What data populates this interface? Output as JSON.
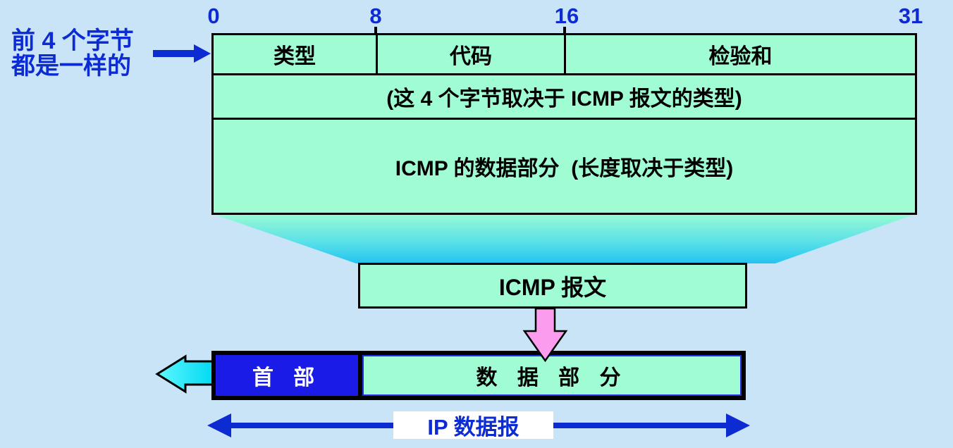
{
  "diagram_title_implicit": "ICMP message format",
  "colors": {
    "background": "#C9E3F7",
    "box_fill": "#A0FCD2",
    "deep_blue": "#0D2BD2",
    "ip_header_fill": "#1B1BE8",
    "funnel_top": "#9AFBD3",
    "funnel_bottom": "#24C3F1",
    "pink_arrow": "#FC9CEF",
    "cyan_arrow": "#00E8FA",
    "border": "#000000"
  },
  "bit_labels": [
    "0",
    "8",
    "16",
    "31"
  ],
  "annotation": {
    "line1": "前 4 个字节",
    "line2": "都是一样的"
  },
  "icmp_header_table": {
    "row1_cells": [
      "类型",
      "代码",
      "检验和"
    ],
    "row2_text": "(这 4 个字节取决于 ICMP 报文的类型)",
    "row3_text": "ICMP 的数据部分  (长度取决于类型)"
  },
  "icmp_message_box": {
    "label": "ICMP 报文"
  },
  "ip_datagram_bar": {
    "header_label": "首 部",
    "data_label": "数 据 部 分"
  },
  "ip_datagram_label": "IP 数据报"
}
